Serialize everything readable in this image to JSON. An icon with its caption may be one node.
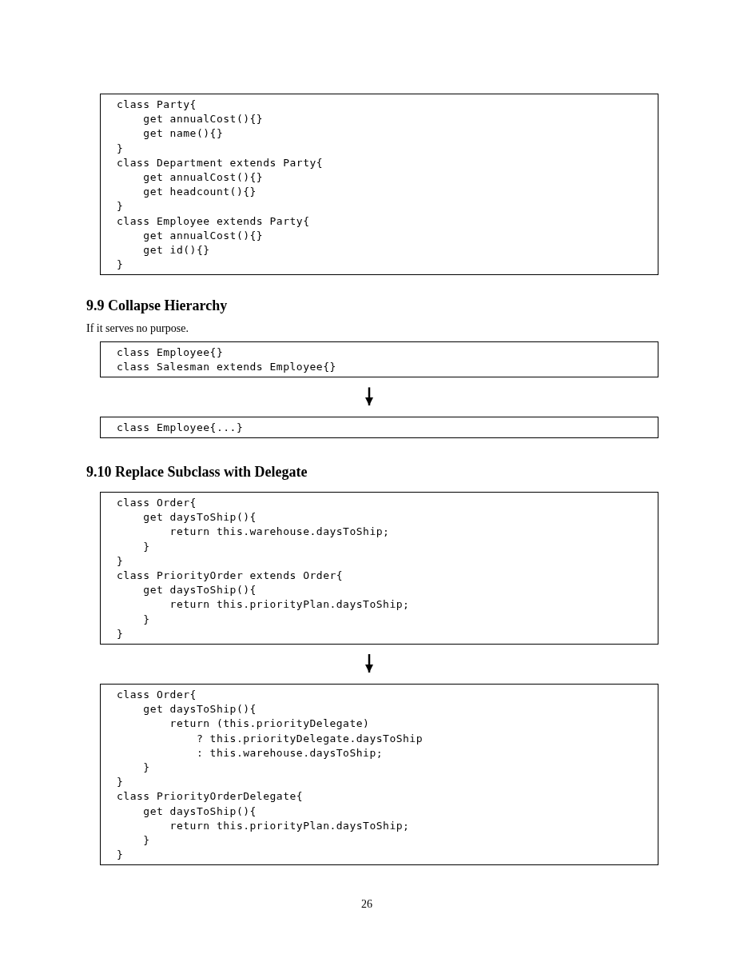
{
  "diagram": {
    "nodes": [
      {
        "text": [
          "class Party{",
          "    get annualCost(){}",
          "    get name(){}",
          "}",
          "class Department extends Party{",
          "    get annualCost(){}",
          "    get headcount(){}",
          "}",
          "class Employee extends Party{",
          "    get annualCost(){}",
          "    get id(){}",
          "}"
        ]
      },
      {
        "text": [
          "class Employee{}",
          "class Salesman extends Employee{}"
        ]
      },
      {
        "text": [
          "class Employee{...}"
        ]
      },
      {
        "text": [
          "class Order{",
          "    get daysToShip(){",
          "        return this.warehouse.daysToShip;",
          "    }",
          "}",
          "class PriorityOrder extends Order{",
          "    get daysToShip(){",
          "        return this.priorityPlan.daysToShip;",
          "    }",
          "}"
        ]
      },
      {
        "text": [
          "class Order{",
          "    get daysToShip(){",
          "        return (this.priorityDelegate)",
          "            ? this.priorityDelegate.daysToShip",
          "            : this.warehouse.daysToShip;",
          "    }",
          "}",
          "class PriorityOrderDelegate{",
          "    get daysToShip(){",
          "        return this.priorityPlan.daysToShip;",
          "    }",
          "}"
        ]
      }
    ],
    "edges": [
      {
        "from": 1,
        "to": 2,
        "arrow": "to"
      },
      {
        "from": 3,
        "to": 4,
        "arrow": "to"
      }
    ],
    "labels": [
      "9.9 Collapse Hierarchy",
      "If it serves no purpose.",
      "9.10 Replace Subclass with Delegate",
      "26"
    ]
  }
}
